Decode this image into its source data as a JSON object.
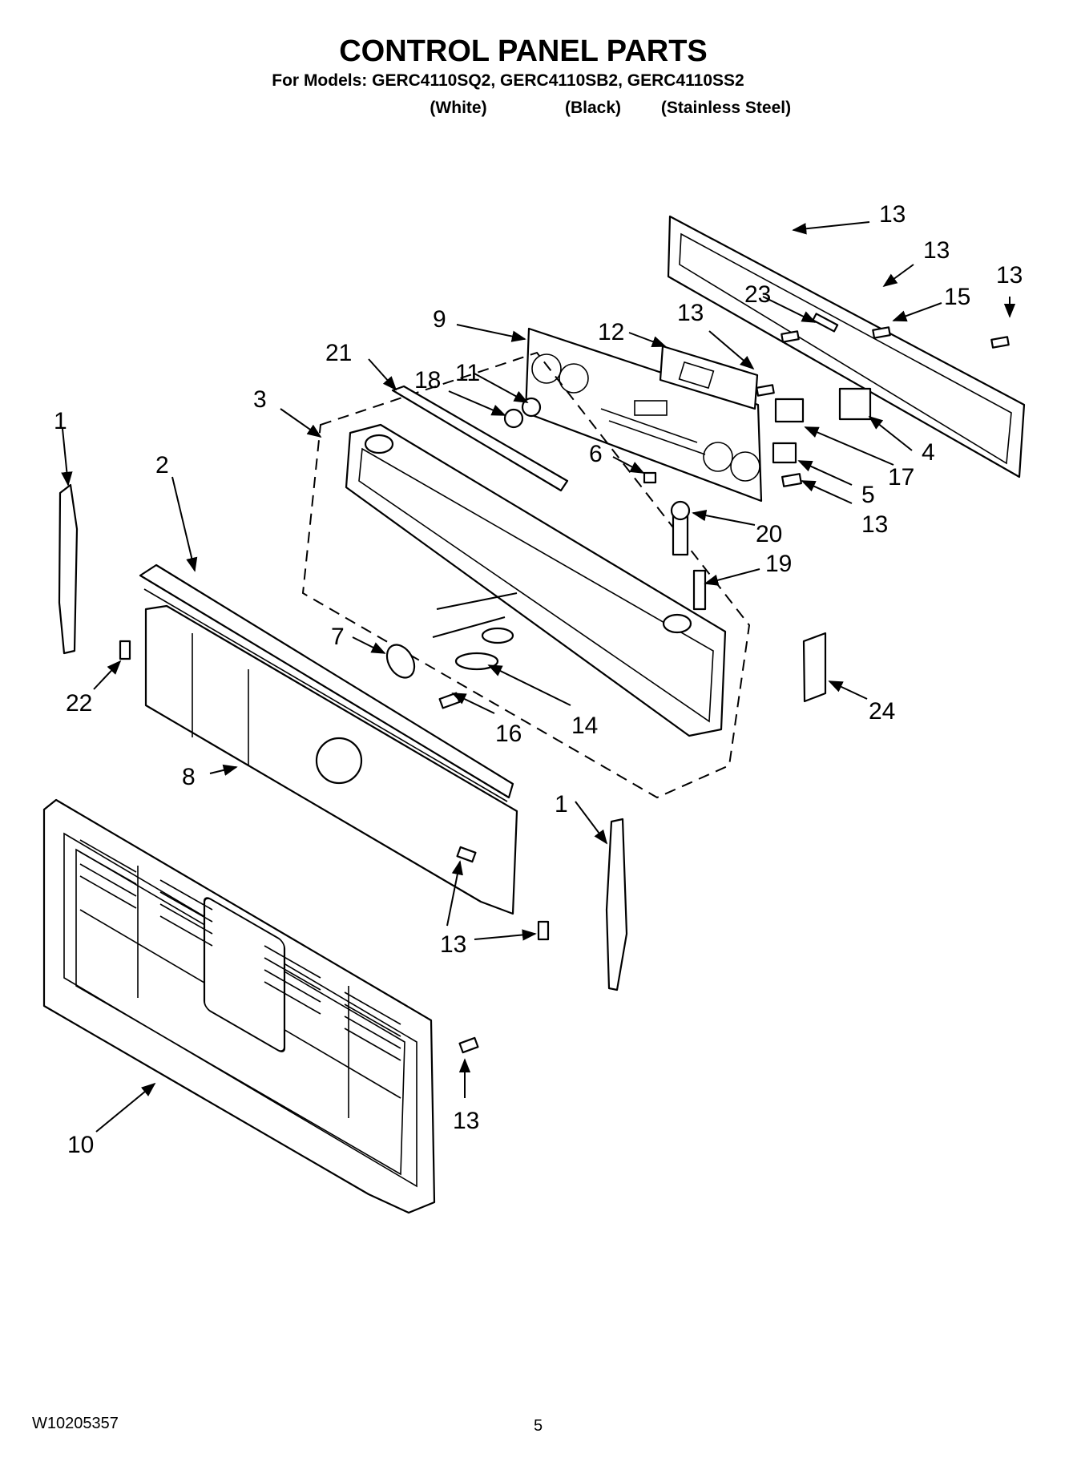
{
  "title": "CONTROL PANEL PARTS",
  "models_line": "For Models: GERC4110SQ2, GERC4110SB2, GERC4110SS2",
  "finishes": {
    "white": "(White)",
    "black": "(Black)",
    "stainless": "(Stainless Steel)"
  },
  "callouts": [
    "13",
    "13",
    "13",
    "23",
    "15",
    "9",
    "12",
    "13",
    "21",
    "11",
    "18",
    "3",
    "4",
    "17",
    "6",
    "5",
    "13",
    "1",
    "2",
    "20",
    "19",
    "7",
    "22",
    "16",
    "14",
    "24",
    "8",
    "1",
    "13",
    "13",
    "10"
  ],
  "footer": {
    "document_number": "W10205357",
    "page_number": "5"
  }
}
